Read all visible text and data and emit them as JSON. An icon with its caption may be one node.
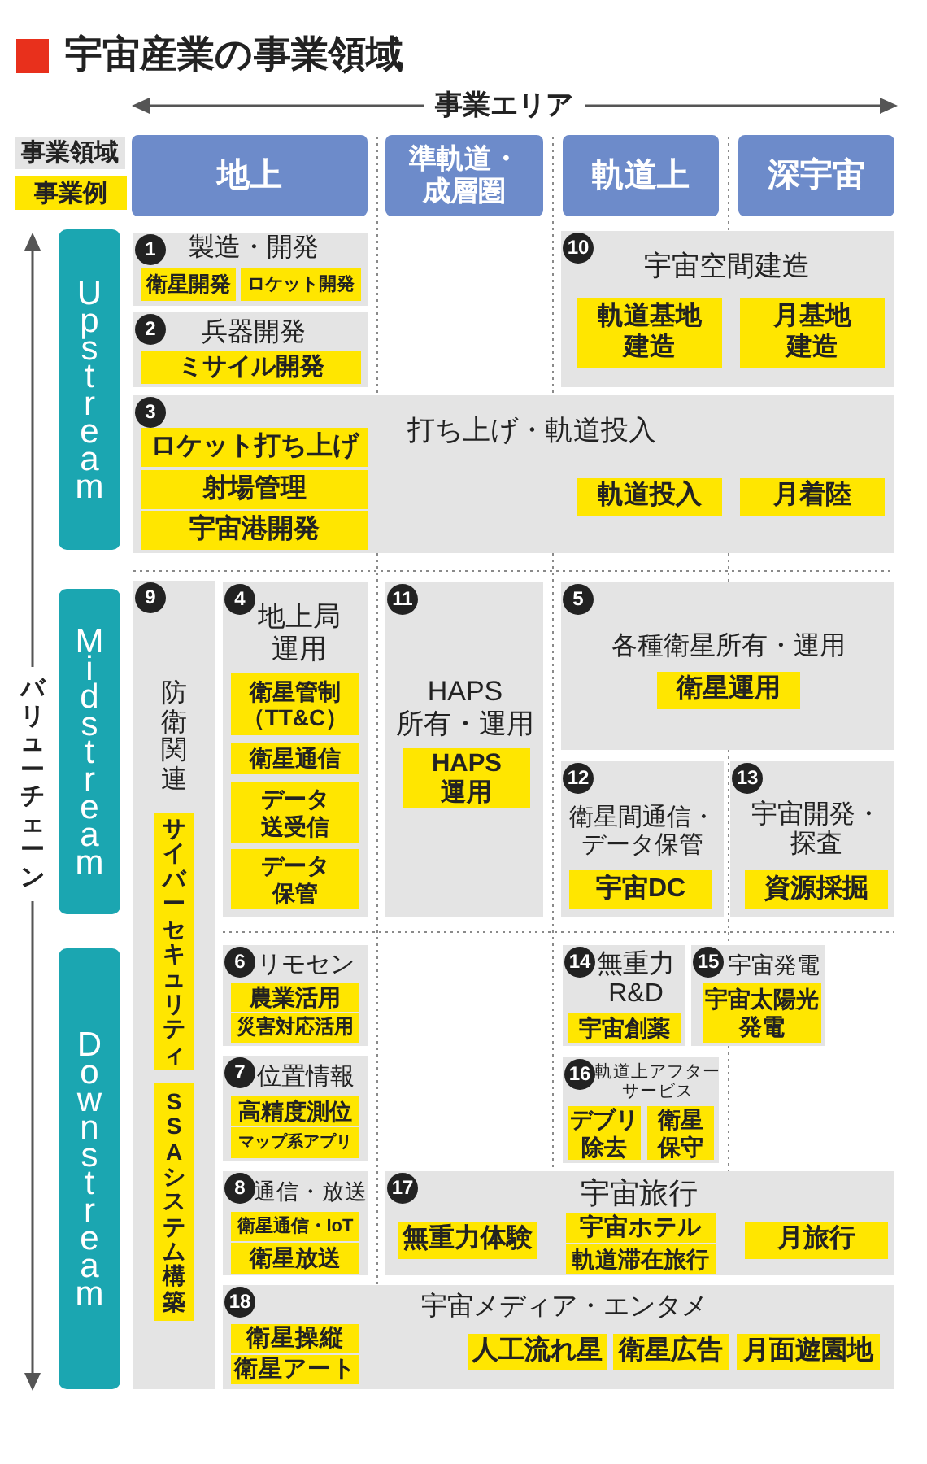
{
  "diagram": {
    "title": "宇宙産業の事業領域",
    "nodes": [
      {
        "text": [
          "地上"
        ]
      },
      {
        "text": [
          "準軌道・成層圏"
        ]
      },
      {
        "text": [
          "軌道上"
        ]
      },
      {
        "text": [
          "深宇宙"
        ]
      },
      {
        "text": [
          "Upstream"
        ]
      },
      {
        "text": [
          "製造・開発"
        ]
      },
      {
        "text": [
          "1"
        ],
        "in": 5
      },
      {
        "text": [
          "衛星開発"
        ],
        "in": 5
      },
      {
        "text": [
          "ロケット開発"
        ],
        "in": 5
      },
      {
        "text": [
          "宇宙空間建造"
        ]
      },
      {
        "text": [
          "10"
        ],
        "in": 9
      },
      {
        "text": [
          "軌道基地建造"
        ],
        "in": 9
      },
      {
        "text": [
          "月基地建造"
        ],
        "in": 9
      },
      {
        "text": [
          "兵器開発"
        ]
      },
      {
        "text": [
          "2"
        ],
        "in": 13
      },
      {
        "text": [
          "ミサイル開発"
        ],
        "in": 13
      },
      {
        "text": [
          "打ち上げ・軌道投入"
        ]
      },
      {
        "text": [
          "3"
        ],
        "in": 16
      },
      {
        "text": [
          "ロケット打ち上げ"
        ],
        "in": 16
      },
      {
        "text": [
          "射場管理"
        ],
        "in": 16
      },
      {
        "text": [
          "宇宙港開発"
        ],
        "in": 16
      },
      {
        "text": [
          "軌道投入"
        ],
        "in": 16
      },
      {
        "text": [
          "月着陸"
        ],
        "in": 16
      },
      {
        "text": [
          "Midstream"
        ]
      },
      {
        "text": [
          "防衛関連"
        ]
      },
      {
        "text": [
          "9"
        ],
        "in": 24
      },
      {
        "text": [
          "サイバーセキュリティ"
        ],
        "in": 24
      },
      {
        "text": [
          "SSAシステム構築"
        ],
        "in": 24
      },
      {
        "text": [
          "地上局運用"
        ]
      },
      {
        "text": [
          "4"
        ],
        "in": 28
      },
      {
        "text": [
          "衛星管制（TT&C）"
        ],
        "in": 28
      },
      {
        "text": [
          "衛星通信"
        ],
        "in": 28
      },
      {
        "text": [
          "データ送受信"
        ],
        "in": 28
      },
      {
        "text": [
          "データ保管"
        ],
        "in": 28
      },
      {
        "text": [
          "HAPS所有・運用"
        ]
      },
      {
        "text": [
          "11"
        ],
        "in": 34
      },
      {
        "text": [
          "HAPS運用"
        ],
        "in": 34
      },
      {
        "text": [
          "各種衛星所有・運用"
        ]
      },
      {
        "text": [
          "5"
        ],
        "in": 37
      },
      {
        "text": [
          "衛星運用"
        ],
        "in": 37
      },
      {
        "text": [
          "衛星間通信・データ保管"
        ]
      },
      {
        "text": [
          "12"
        ],
        "in": 40
      },
      {
        "text": [
          "宇宙DC"
        ],
        "in": 40
      },
      {
        "text": [
          "宇宙開発・探査"
        ]
      },
      {
        "text": [
          "13"
        ],
        "in": 43
      },
      {
        "text": [
          "資源採掘"
        ],
        "in": 43
      },
      {
        "text": [
          "Downstream"
        ]
      },
      {
        "text": [
          "リモセン"
        ]
      },
      {
        "text": [
          "6"
        ],
        "in": 47
      },
      {
        "text": [
          "農業活用"
        ],
        "in": 47
      },
      {
        "text": [
          "災害対応活用"
        ],
        "in": 47
      },
      {
        "text": [
          "無重力R&D"
        ]
      },
      {
        "text": [
          "14"
        ],
        "in": 51
      },
      {
        "text": [
          "宇宙創薬"
        ],
        "in": 51
      },
      {
        "text": [
          "宇宙発電"
        ]
      },
      {
        "text": [
          "15"
        ],
        "in": 54
      },
      {
        "text": [
          "宇宙太陽光発電"
        ],
        "in": 54
      },
      {
        "text": [
          "位置情報"
        ]
      },
      {
        "text": [
          "7"
        ],
        "in": 57
      },
      {
        "text": [
          "高精度測位"
        ],
        "in": 57
      },
      {
        "text": [
          "マップ系アプリ"
        ],
        "in": 57
      },
      {
        "text": [
          "軌道上アフターサービス"
        ]
      },
      {
        "text": [
          "16"
        ],
        "in": 61
      },
      {
        "text": [
          "デブリ除去"
        ],
        "in": 61
      },
      {
        "text": [
          "衛星保守"
        ],
        "in": 61
      },
      {
        "text": [
          "通信・放送"
        ]
      },
      {
        "text": [
          "8"
        ],
        "in": 65
      },
      {
        "text": [
          "衛星通信・IoT"
        ],
        "in": 65
      },
      {
        "text": [
          "衛星放送"
        ],
        "in": 65
      },
      {
        "text": [
          "宇宙旅行"
        ]
      },
      {
        "text": [
          "17"
        ],
        "in": 69
      },
      {
        "text": [
          "無重力体験"
        ],
        "in": 69
      },
      {
        "text": [
          "宇宙ホテル"
        ],
        "in": 69
      },
      {
        "text": [
          "軌道滞在旅行"
        ],
        "in": 69
      },
      {
        "text": [
          "月旅行"
        ],
        "in": 69
      },
      {
        "text": [
          "宇宙メディア・エンタメ"
        ]
      },
      {
        "text": [
          "18"
        ],
        "in": 75
      },
      {
        "text": [
          "衛星操縦"
        ],
        "in": 75
      },
      {
        "text": [
          "衛星アート"
        ],
        "in": 75
      },
      {
        "text": [
          "人工流れ星"
        ],
        "in": 75
      },
      {
        "text": [
          "衛星広告"
        ],
        "in": 75
      },
      {
        "text": [
          "月面遊園地"
        ],
        "in": 75
      }
    ],
    "labels": [
      "事業エリア",
      "バリューチェーン"
    ],
    "legend": [
      {
        "text": "事業領域",
        "color": "#e4e4e4"
      },
      {
        "text": "事業例",
        "color": "#ffe600"
      }
    ]
  }
}
